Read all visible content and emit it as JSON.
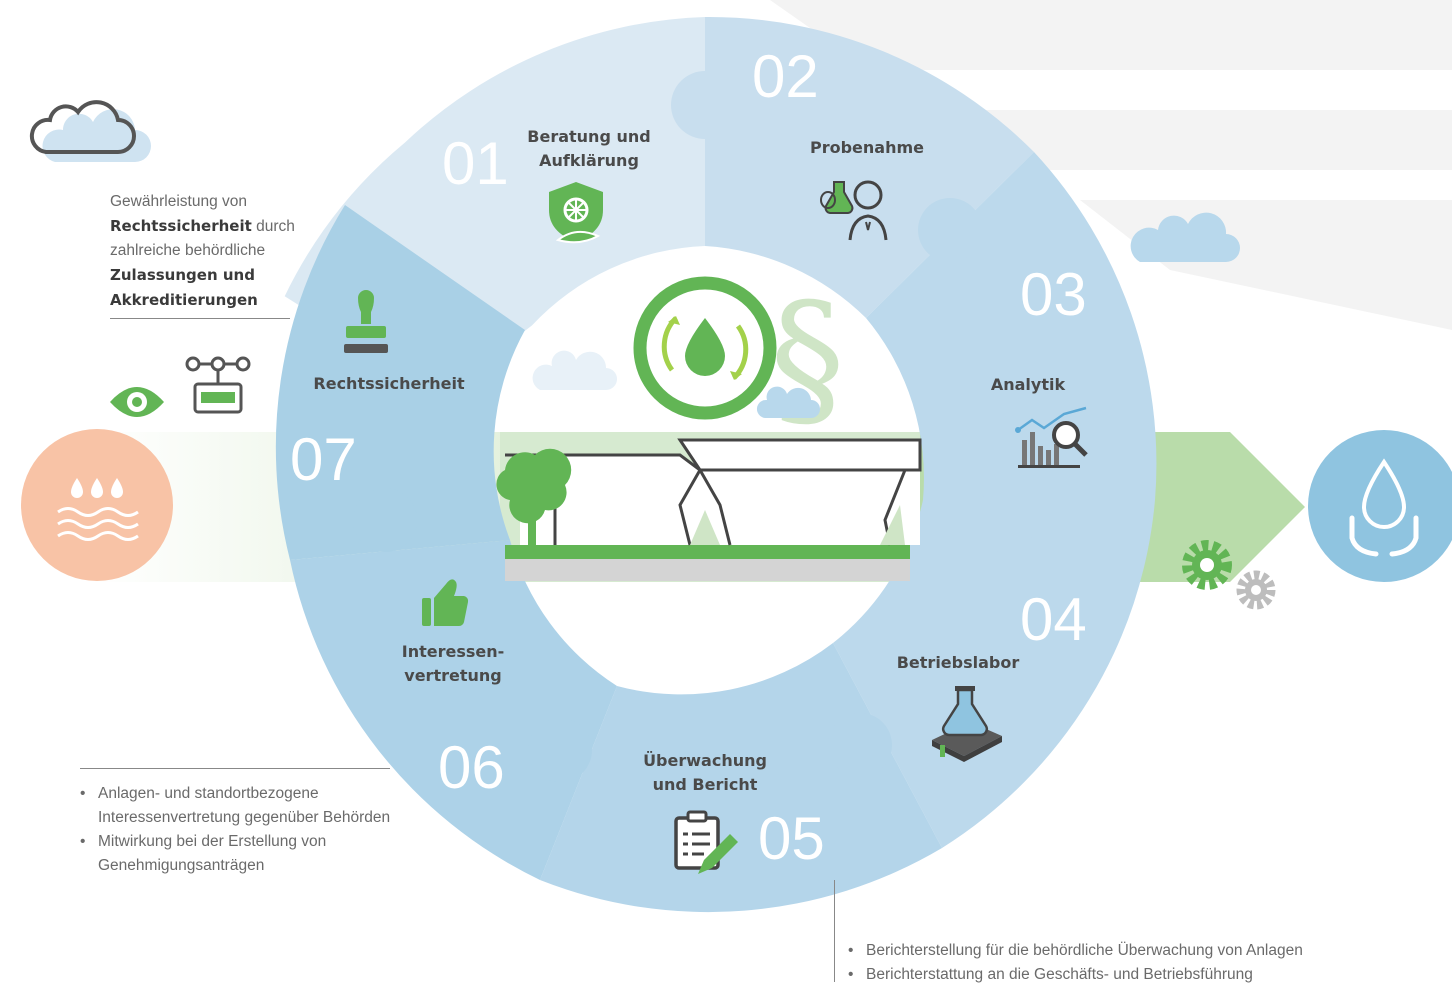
{
  "intro": {
    "t1": "Gewährleistung von",
    "b1": "Rechtssicherheit",
    "t2": " durch zahlreiche behördliche",
    "b2": "Zulassungen und Akkreditierungen"
  },
  "segments": [
    {
      "num": "01",
      "label1": "Beratung und",
      "label2": "Aufklärung",
      "icon": "shield-leaf-icon"
    },
    {
      "num": "02",
      "label1": "Probenahme",
      "label2": "",
      "icon": "scientist-flask-icon"
    },
    {
      "num": "03",
      "label1": "Analytik",
      "label2": "",
      "icon": "chart-magnifier-icon"
    },
    {
      "num": "04",
      "label1": "Betriebslabor",
      "label2": "",
      "icon": "lab-book-flask-icon"
    },
    {
      "num": "05",
      "label1": "Überwachung",
      "label2": "und Bericht",
      "icon": "clipboard-pen-icon"
    },
    {
      "num": "06",
      "label1": "Interessen-",
      "label2": "vertretung",
      "icon": "thumbs-up-icon"
    },
    {
      "num": "07",
      "label1": "Rechtssicherheit",
      "label2": "",
      "icon": "stamp-icon"
    }
  ],
  "notes_left": [
    "Anlagen- und standortbezogene Interessenvertretung gegenüber Behörden",
    "Mitwirkung bei der Erstellung von Genehmigungsanträgen"
  ],
  "notes_right": [
    "Berichterstellung für die behördliche Überwachung von Anlagen",
    "Berichterstattung an die Geschäfts- und Betriebsführung"
  ],
  "colors": {
    "ring_light": "#dbe9f3",
    "ring_mid": "#c3dcec",
    "ring_dark": "#a9d0e6",
    "green": "#62b555",
    "orange": "#f8c3a6",
    "blue": "#8fc4e0"
  }
}
